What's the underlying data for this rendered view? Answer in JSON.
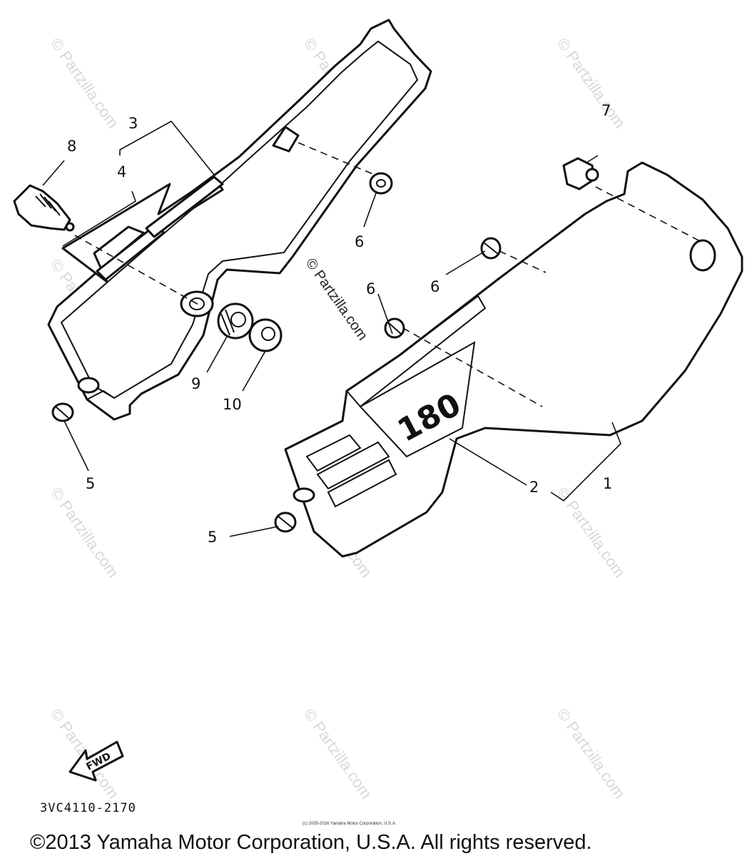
{
  "watermark_text": "© Partzilla.com",
  "callouts": {
    "n1": "1",
    "n2": "2",
    "n3": "3",
    "n4": "4",
    "n5a": "5",
    "n5b": "5",
    "n6a": "6",
    "n6b": "6",
    "n6c": "6",
    "n7": "7",
    "n8": "8",
    "n9": "9",
    "n10": "10"
  },
  "emblem_text": "180",
  "fwd_label": "FWD",
  "diagram_code": "3VC4110-2170",
  "small_copyright": "(c) 2005-2016 Yamaha Motor Corporation, U.S.A.",
  "copyright": "©2013 Yamaha Motor Corporation, U.S.A. All rights reserved."
}
